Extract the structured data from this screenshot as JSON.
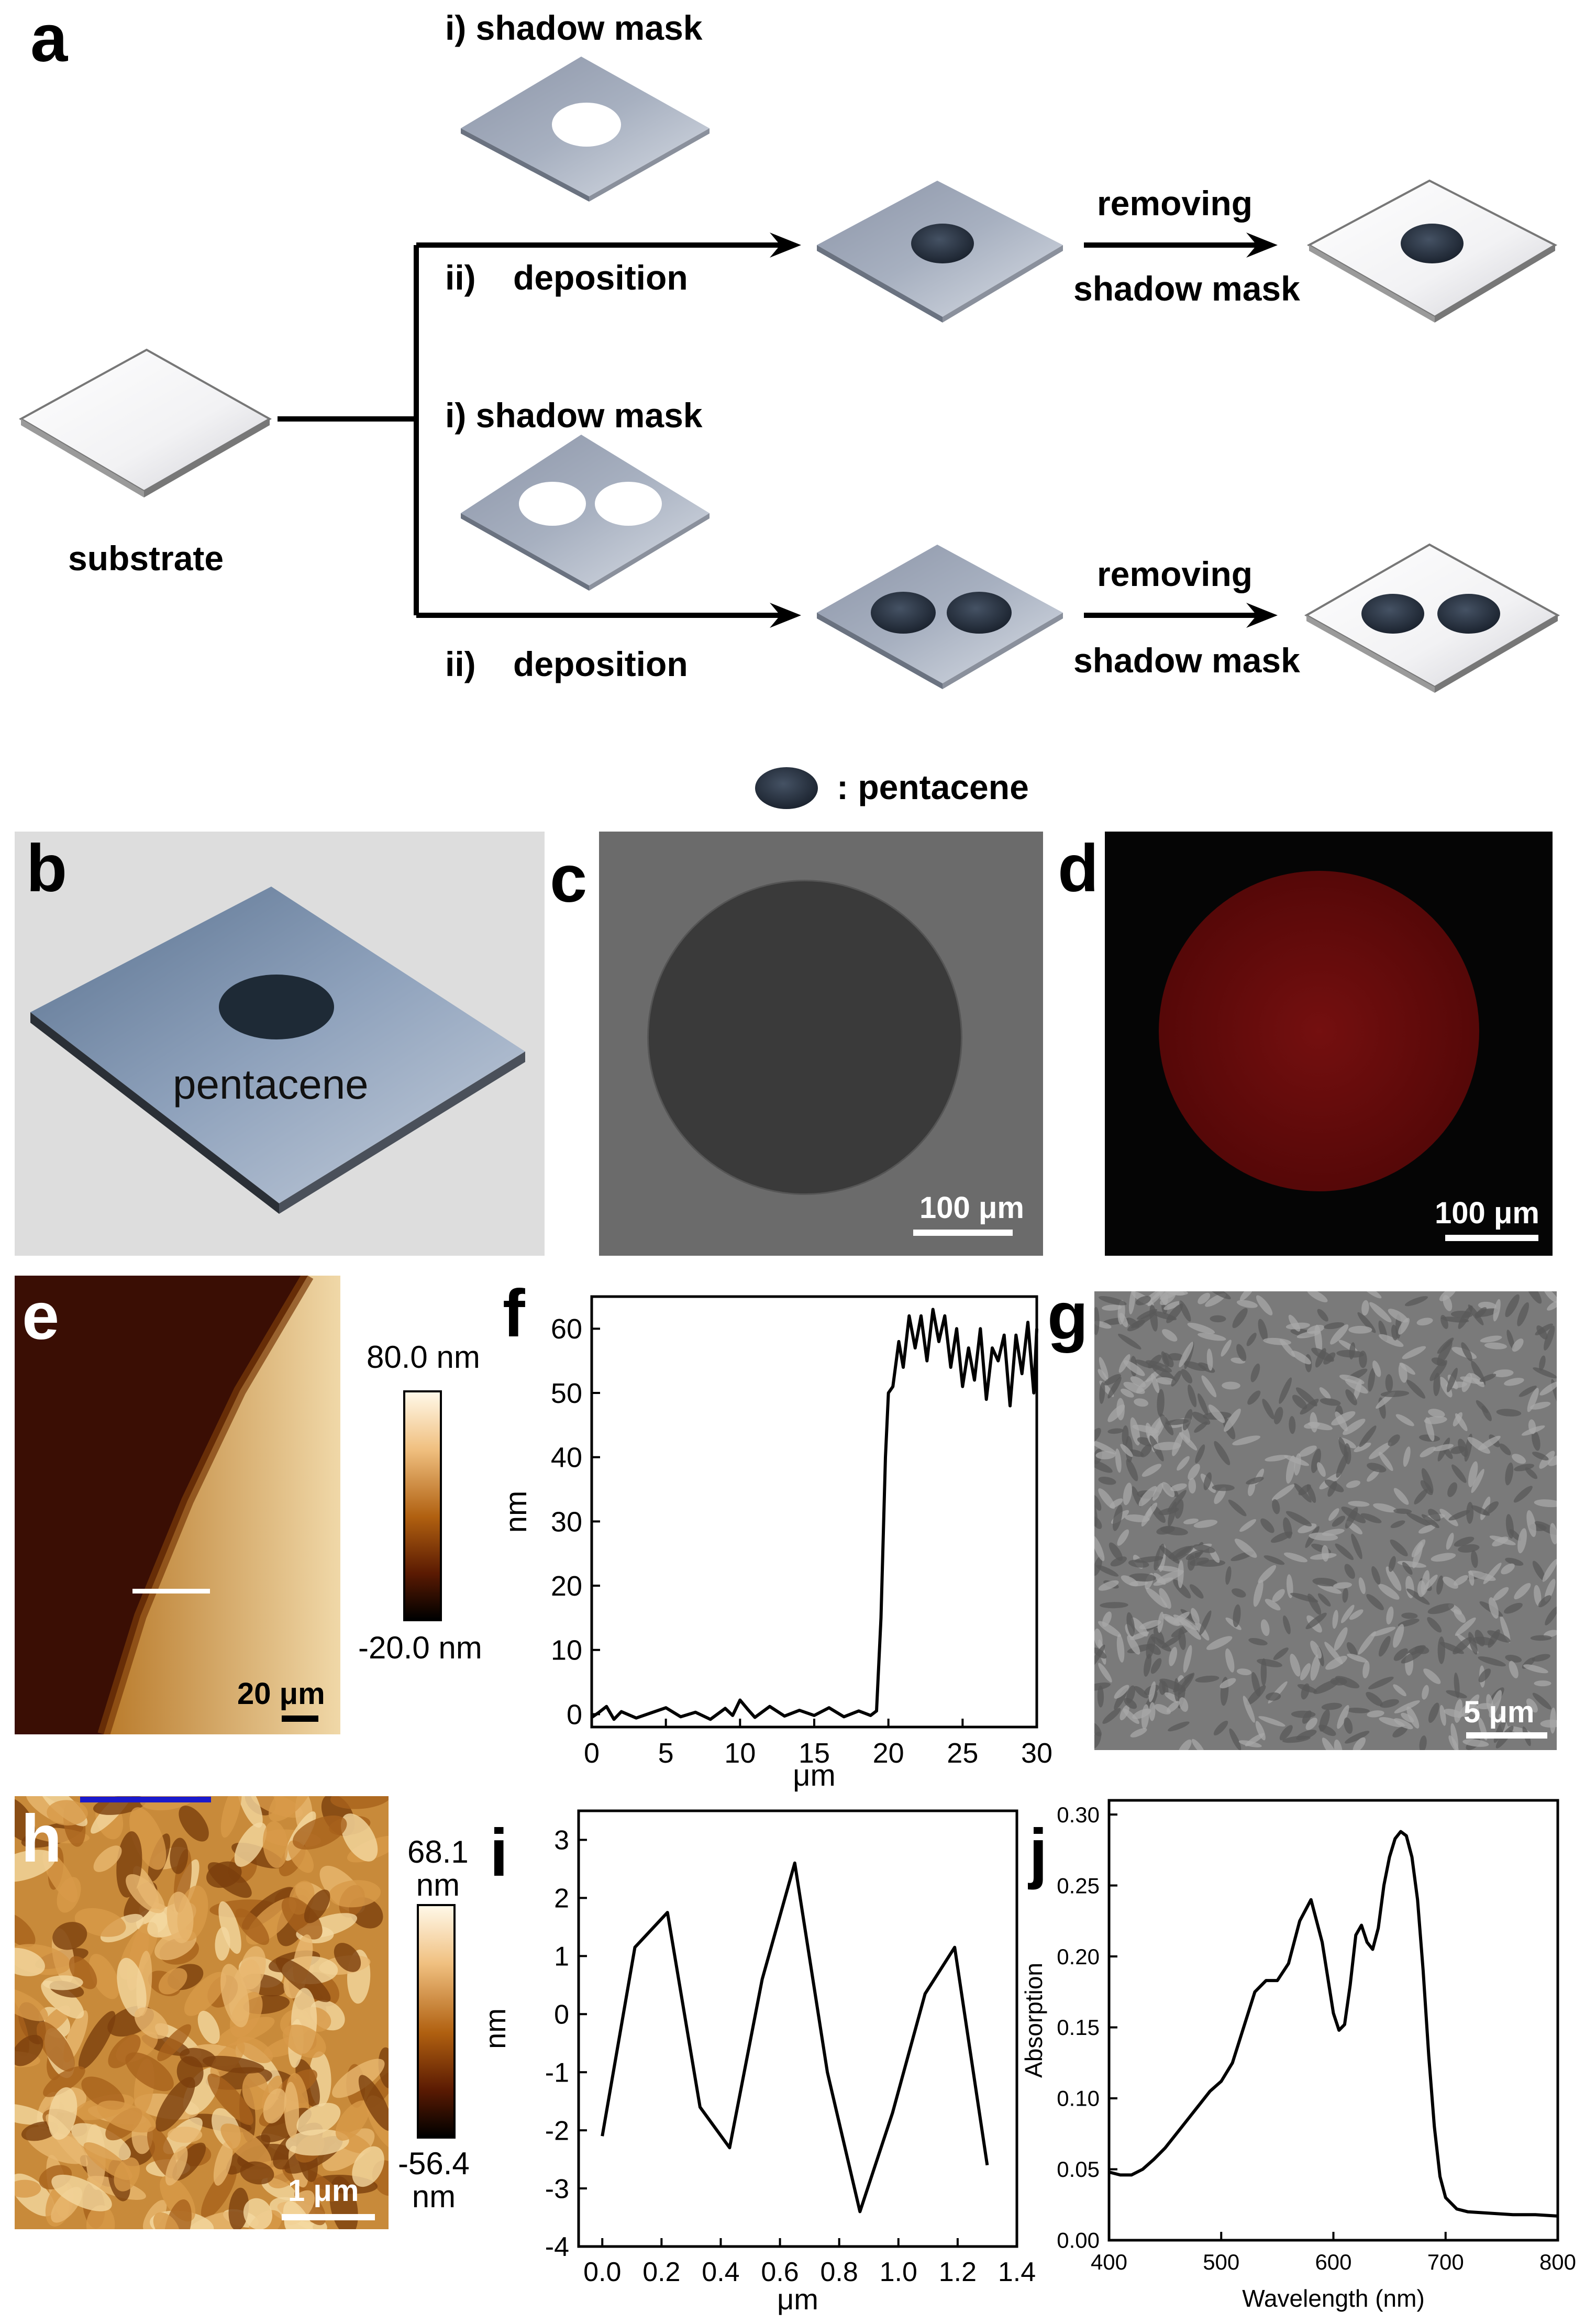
{
  "panels": {
    "a": "a",
    "b": "b",
    "c": "c",
    "d": "d",
    "e": "e",
    "f": "f",
    "g": "g",
    "h": "h",
    "i": "i",
    "j": "j"
  },
  "schematic": {
    "substrate": "substrate",
    "row1": {
      "mask_step": "i)  shadow mask",
      "dep_prefix": "ii)",
      "dep_label": "deposition",
      "remove_top": "removing",
      "remove_bottom": "shadow mask"
    },
    "row2": {
      "mask_step": "i)  shadow mask",
      "dep_prefix": "ii)",
      "dep_label": "deposition",
      "remove_top": "removing",
      "remove_bottom": "shadow mask"
    },
    "legend": ": pentacene"
  },
  "panel_b": {
    "label": "pentacene"
  },
  "panel_c": {
    "scale": "100 μm"
  },
  "panel_d": {
    "scale": "100 μm"
  },
  "panel_e": {
    "scale": "20 μm",
    "colorbar_max": "80.0 nm",
    "colorbar_min": "-20.0 nm"
  },
  "panel_g": {
    "scale": "5 μm"
  },
  "panel_h": {
    "scale": "1 μm",
    "colorbar_max": "68.1\nnm",
    "colorbar_min": "-56.4\nnm"
  },
  "chart_data": [
    {
      "id": "f",
      "type": "line",
      "xlabel": "μm",
      "ylabel": "nm",
      "xlim": [
        0,
        30
      ],
      "ylim": [
        -2,
        65
      ],
      "xticks": [
        0,
        5,
        10,
        15,
        20,
        25,
        30
      ],
      "yticks": [
        0,
        10,
        20,
        30,
        40,
        50,
        60
      ],
      "series": [
        {
          "x": [
            0,
            0.5,
            1,
            1.5,
            2,
            3,
            4,
            5,
            6,
            7,
            8,
            9,
            9.5,
            10,
            10.5,
            11,
            12,
            13,
            14,
            15,
            16,
            17,
            18,
            18.8,
            19.2,
            19.5,
            19.8,
            20,
            20.3,
            20.7,
            21,
            21.4,
            21.8,
            22.2,
            22.6,
            23,
            23.4,
            23.8,
            24.2,
            24.6,
            25,
            25.4,
            25.8,
            26.2,
            26.6,
            27,
            27.4,
            27.8,
            28.2,
            28.6,
            29,
            29.4,
            29.8,
            30
          ],
          "y": [
            -0.5,
            0.3,
            1.2,
            -0.8,
            0.4,
            -0.6,
            0.2,
            1.0,
            -0.4,
            0.3,
            -0.8,
            0.9,
            -0.2,
            2.2,
            0.8,
            -0.5,
            1.2,
            -0.3,
            0.6,
            -0.2,
            1.0,
            -0.4,
            0.5,
            -0.2,
            0.5,
            15,
            40,
            50,
            51,
            58,
            54,
            62,
            57,
            62,
            55,
            63,
            58,
            62,
            54,
            60,
            51,
            57,
            52,
            60,
            49,
            57,
            55,
            59,
            48,
            59,
            53,
            61,
            50,
            60
          ]
        }
      ]
    },
    {
      "id": "i",
      "type": "line",
      "xlabel": "μm",
      "ylabel": "nm",
      "xlim": [
        -0.08,
        1.4
      ],
      "ylim": [
        -4,
        3.5
      ],
      "xticks": [
        0.0,
        0.2,
        0.4,
        0.6,
        0.8,
        1.0,
        1.2,
        1.4
      ],
      "yticks": [
        -4,
        -3,
        -2,
        -1,
        0,
        1,
        2,
        3
      ],
      "series": [
        {
          "x": [
            0.0,
            0.11,
            0.22,
            0.33,
            0.43,
            0.54,
            0.65,
            0.76,
            0.87,
            0.98,
            1.09,
            1.19,
            1.3
          ],
          "y": [
            -2.1,
            1.15,
            1.75,
            -1.6,
            -2.3,
            0.6,
            2.6,
            -1.0,
            -3.4,
            -1.7,
            0.35,
            1.15,
            -2.6
          ]
        }
      ]
    },
    {
      "id": "j",
      "type": "line",
      "xlabel": "Wavelength (nm)",
      "ylabel": "Absorption",
      "xlim": [
        400,
        800
      ],
      "ylim": [
        0,
        0.31
      ],
      "xticks": [
        400,
        500,
        600,
        700,
        800
      ],
      "yticks": [
        0.0,
        0.05,
        0.1,
        0.15,
        0.2,
        0.25,
        0.3
      ],
      "ytick_labels": [
        "0.00",
        "0.05",
        "0.10",
        "0.15",
        "0.20",
        "0.25",
        "0.30"
      ],
      "series": [
        {
          "x": [
            400,
            410,
            420,
            430,
            440,
            450,
            460,
            470,
            480,
            490,
            500,
            510,
            520,
            530,
            540,
            550,
            560,
            570,
            580,
            590,
            600,
            605,
            610,
            615,
            620,
            625,
            630,
            635,
            640,
            645,
            650,
            655,
            660,
            665,
            670,
            675,
            680,
            685,
            690,
            695,
            700,
            710,
            720,
            740,
            760,
            780,
            800
          ],
          "y": [
            0.048,
            0.046,
            0.046,
            0.05,
            0.057,
            0.065,
            0.075,
            0.085,
            0.095,
            0.105,
            0.112,
            0.125,
            0.15,
            0.175,
            0.183,
            0.183,
            0.195,
            0.225,
            0.24,
            0.21,
            0.16,
            0.148,
            0.152,
            0.18,
            0.215,
            0.222,
            0.21,
            0.205,
            0.22,
            0.25,
            0.27,
            0.283,
            0.288,
            0.285,
            0.27,
            0.24,
            0.19,
            0.13,
            0.08,
            0.045,
            0.03,
            0.022,
            0.02,
            0.019,
            0.018,
            0.018,
            0.017
          ]
        }
      ]
    }
  ]
}
